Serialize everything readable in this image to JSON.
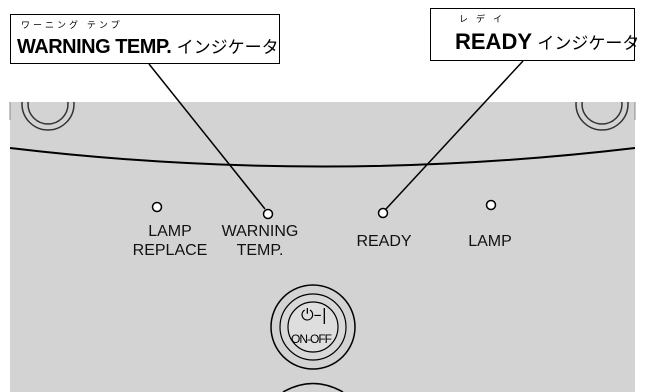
{
  "callouts": {
    "warning": {
      "ruby": "ワーニング テンプ",
      "label_en": "WARNING TEMP.",
      "label_jp": " インジケータ"
    },
    "ready": {
      "ruby": "レデイ",
      "label_en": "READY",
      "label_jp": " インジケータ"
    }
  },
  "panel": {
    "indicators": [
      {
        "line1": "LAMP",
        "line2": "REPLACE"
      },
      {
        "line1": "WARNING",
        "line2": "TEMP."
      },
      {
        "line1": "READY",
        "line2": ""
      },
      {
        "line1": "LAMP",
        "line2": ""
      }
    ],
    "power_button": {
      "symbol": "⏻–|",
      "label": "ON-OFF"
    }
  },
  "colors": {
    "panel": "#d3d3d3",
    "line": "#000000",
    "panel_border": "#555555"
  }
}
